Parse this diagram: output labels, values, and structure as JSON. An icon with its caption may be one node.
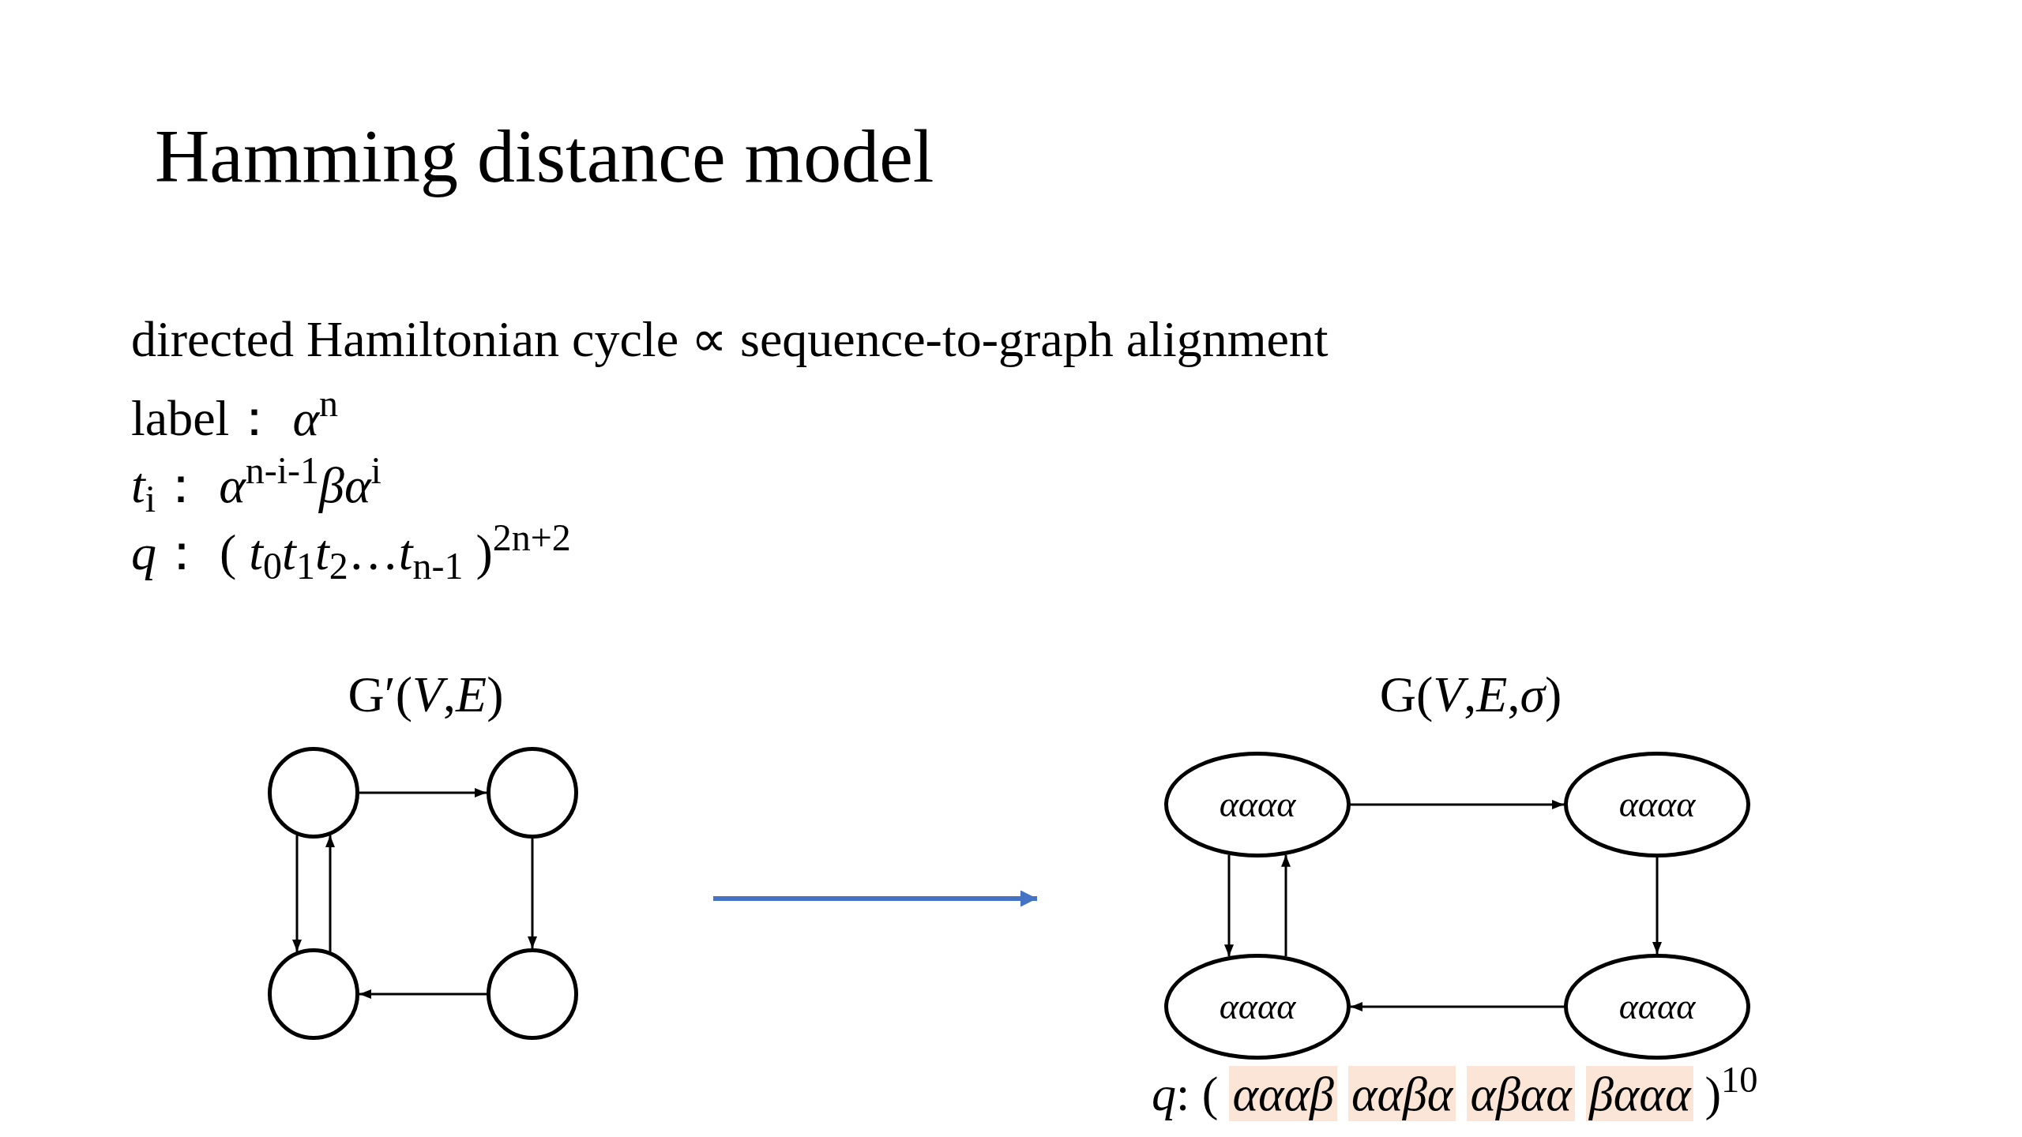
{
  "diagram": {
    "title": "Hamming distance model",
    "nodes": [
      {
        "text": [],
        "shape": "circle"
      },
      {
        "text": [],
        "shape": "circle"
      },
      {
        "text": [],
        "shape": "circle"
      },
      {
        "text": [],
        "shape": "circle"
      },
      {
        "text": [
          "αααα"
        ]
      },
      {
        "text": [
          "αααα"
        ]
      },
      {
        "text": [
          "αααα"
        ]
      },
      {
        "text": [
          "αααα"
        ]
      }
    ],
    "edges": [
      {
        "from": 0,
        "to": 1,
        "arrow": "to"
      },
      {
        "from": 1,
        "to": 3,
        "arrow": "to"
      },
      {
        "from": 3,
        "to": 2,
        "arrow": "to"
      },
      {
        "from": 0,
        "to": 2,
        "arrow": "to"
      },
      {
        "from": 2,
        "to": 0,
        "arrow": "to"
      },
      {
        "from": 4,
        "to": 5,
        "arrow": "to"
      },
      {
        "from": 5,
        "to": 7,
        "arrow": "to"
      },
      {
        "from": 7,
        "to": 6,
        "arrow": "to"
      },
      {
        "from": 4,
        "to": 6,
        "arrow": "to"
      },
      {
        "from": 6,
        "to": 4,
        "arrow": "to"
      }
    ],
    "labels": [
      "directed Hamiltonian cycle ∝ sequence-to-graph alignment",
      "label： *α*$^{n}$",
      "*t*$_{i}$：  *α*$^{n-i-1}$*βα*$^{i}$",
      "*q*：  ( *t*$_{0}$*t*$_{1}$*t*$_{2}$…*t*$_{n-1}$ )$^{2n+2}$",
      "G′(*V*,*E*)",
      "G(*V*,*E*,*σ*)",
      "*q*: (",
      "αααβ",
      "ααβα",
      "αβαα",
      "βααα",
      ")$^{10}$"
    ]
  }
}
